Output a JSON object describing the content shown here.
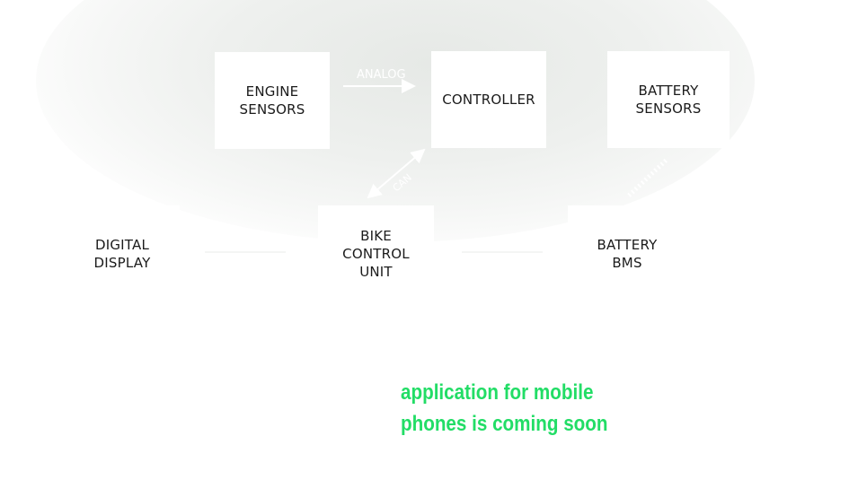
{
  "diagram": {
    "nodes": {
      "engine_sensors": "ENGINE\nSENSORS",
      "controller": "CONTROLLER",
      "battery_sensors": "BATTERY\nSENSORS",
      "digital_display": "DIGITAL\nDISPLAY",
      "bike_control_unit": "BIKE\nCONTROL\nUNIT",
      "battery_bms": "BATTERY\nBMS"
    },
    "edges": {
      "engine_to_controller": "ANALOG",
      "controller_to_bcu": "CAN"
    }
  },
  "cta": {
    "text": "application for mobile\nphones is coming soon",
    "color": "#22dd66"
  }
}
